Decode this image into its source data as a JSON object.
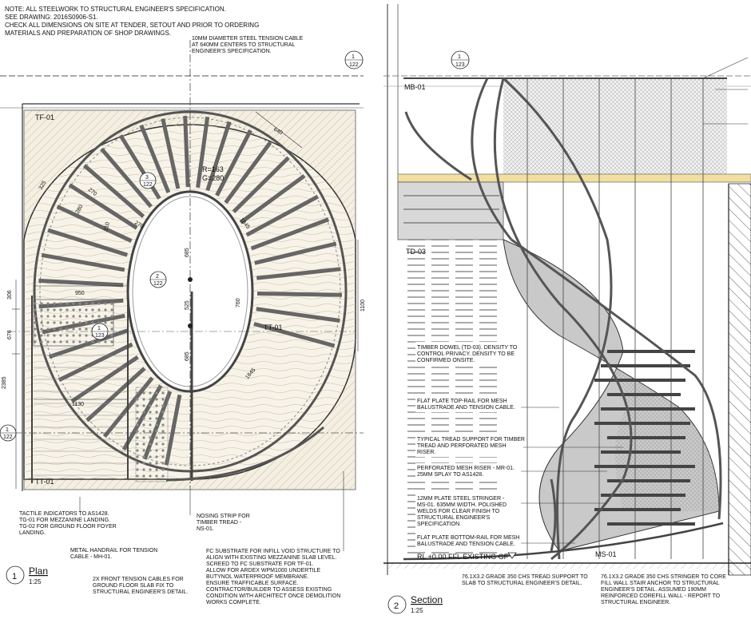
{
  "general_notes": [
    "NOTE: ALL STEELWORK TO STRUCTURAL ENGINEER'S SPECIFICATION.",
    "SEE DRAWING: 2016S0906-S1.",
    "CHECK ALL DIMENSIONS ON SITE AT TENDER, SETOUT AND PRIOR TO ORDERING",
    "MATERIALS AND PREPARATION OF SHOP DRAWINGS."
  ],
  "plan": {
    "title": "Plan",
    "scale": "1:25",
    "number": "1",
    "tags": {
      "tf01": "TF-01",
      "tt01_left": "TT-01",
      "tt01_right": "TT-01"
    },
    "radius_label": [
      "R=163",
      "G=280"
    ],
    "dims": {
      "d640": "640",
      "d325": "325",
      "d270a": "270",
      "d280": "280",
      "d270b": "270",
      "d210": "210",
      "d1845a": "1845",
      "d1845b": "1845",
      "d685a": "685",
      "d525": "525",
      "d685b": "685",
      "d760": "760",
      "d1100": "1100",
      "d950": "950",
      "d306": "306",
      "d676": "676",
      "d2385": "2385",
      "d1130": "1130"
    },
    "callouts": {
      "c3": [
        "3",
        "122"
      ],
      "c2": [
        "2",
        "122"
      ],
      "c1a": [
        "1",
        "123"
      ],
      "c1b": [
        "1",
        "122"
      ]
    },
    "notes": {
      "cable": [
        "10MM DIAMETER STEEL TENSION CABLE",
        "AT 640MM CENTERS TO STRUCTURAL",
        "ENGINEER'S SPECIFICATION."
      ],
      "tactile": [
        "TACTILE INDICATORS TO AS1428.",
        "TG-01 FOR MEZZANINE LANDING.",
        "TG-02 FOR GROUND FLOOR FOYER",
        "LANDING."
      ],
      "nosing": [
        "NOSING STRIP FOR",
        "TIMBER TREAD -",
        "NS-01."
      ],
      "handrail": [
        "METAL HANDRAIL FOR TENSION",
        "CABLE - MH-01."
      ],
      "front_cables": [
        "2X FRONT TENSION CABLES FOR",
        "GROUND FLOOR SLAB FIX TO",
        "STRUCTURAL ENGINEER'S DETAIL."
      ],
      "fc_substrate": [
        "FC SUBSTRATE FOR INFILL VOID STRUCTURE TO",
        "ALIGN WITH EXISTING MEZZANINE SLAB LEVEL.",
        "SCREED TO FC SUBSTRATE FOR TF-01.",
        "ALLOW FOR ARDEX WPM1000 UNDERTILE",
        "BUTYNOL WATERPROOF MEMBRANE.",
        "ENSURE TRAFFICABLE SURFACE.",
        "CONTRACTOR/BUILDER TO ASSESS EXISTING",
        "CONDITION WITH ARCHITECT ONCE DEMOLITION",
        "WORKS COMPLETE."
      ]
    }
  },
  "section": {
    "title": "Section",
    "scale": "1:25",
    "number": "2",
    "tags": {
      "mb01": "MB-01",
      "td03": "TD-03",
      "ms01": "MS-01"
    },
    "callouts": {
      "c1a": [
        "1",
        "122"
      ],
      "c1b": [
        "1",
        "123"
      ]
    },
    "level": "RL +0.00 FFL EXISTING GF",
    "notes": {
      "dowel": [
        "TIMBER DOWEL (TD-03). DENSITY TO",
        "CONTROL PRIVACY. DENSITY TO BE",
        "CONFIRMED ONSITE."
      ],
      "toprail": [
        "FLAT PLATE TOP-RAIL FOR MESH",
        "BALUSTRADE AND TENSION CABLE."
      ],
      "tread_support": [
        "TYPICAL TREAD SUPPORT FOR TIMBER",
        "TREAD AND PERFORATED MESH",
        "RISER."
      ],
      "riser": [
        "PERFORATED MESH RISER - MR-01.",
        "25MM SPLAY TO AS1428."
      ],
      "stringer": [
        "12MM PLATE STEEL STRINGER -",
        "MS-01. 635MM WIDTH. POLISHED",
        "WELDS FOR CLEAR FINISH TO",
        "STRUCTURAL ENGINEER'S",
        "SPECIFICATION."
      ],
      "bottomrail": [
        "FLAT PLATE BOTTOM-RAIL FOR MESH",
        "BALUSTRADE AND TENSION CABLE."
      ],
      "chs_support": [
        "76.1X3.2 GRADE 350 CHS TREAD SUPPORT TO",
        "SLAB TO STRUCTURAL ENGINEER'S DETAIL."
      ],
      "chs_stringer": [
        "76.1X3.2 GRADE 350 CHS STRINGER TO CORE",
        "FILL WALL STAIR ANCHOR TO STRUCTURAL",
        "ENGINEER'S DETAIL. ASSUMED 190MM",
        "REINFORCED COREFILL WALL - REPORT TO",
        "STRUCTURAL ENGINEER."
      ]
    }
  }
}
